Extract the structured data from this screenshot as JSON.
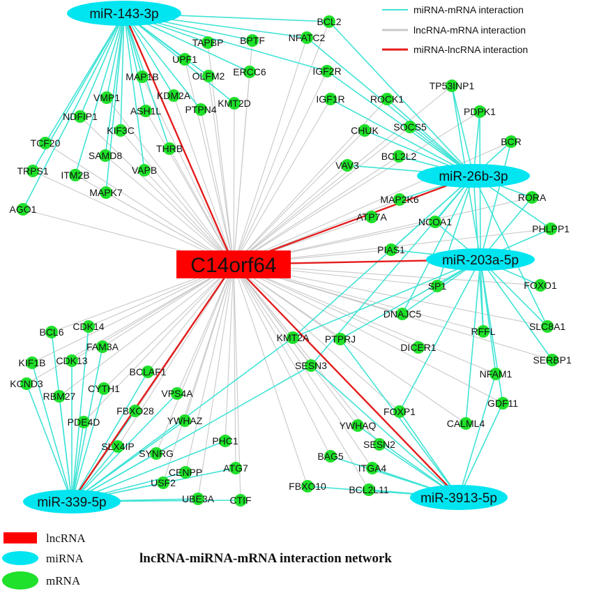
{
  "title": "lncRNA-miRNA-mRNA interaction network",
  "colors": {
    "mirna_mrna": "#3fe3d6",
    "lncrna_mrna": "#c8c8c8",
    "mirna_lncrna": "#e41b1b",
    "lncrna_fill": "#ff0000",
    "mirna_fill": "#00e5f0",
    "mrna_fill": "#1fe02a"
  },
  "edge_legend": [
    {
      "type": "mirna_mrna",
      "label": "miRNA-mRNA interaction"
    },
    {
      "type": "lncrna_mrna",
      "label": "lncRNA-mRNA interaction"
    },
    {
      "type": "mirna_lncrna",
      "label": "miRNA-lncRNA interaction"
    }
  ],
  "node_legend": [
    {
      "type": "lncrna",
      "label": "lncRNA"
    },
    {
      "type": "mirna",
      "label": "miRNA"
    },
    {
      "type": "mrna",
      "label": "mRNA"
    }
  ],
  "lncrna": "C14orf64",
  "mirnas": [
    "miR-143-3p",
    "miR-26b-3p",
    "miR-203a-5p",
    "miR-339-5p",
    "miR-3913-5p"
  ],
  "genes": [
    "BCL2",
    "NFATC2",
    "BPTF",
    "TAPBP",
    "UPF1",
    "ERCC6",
    "OLFM2",
    "MAP1B",
    "KDM2A",
    "KMT2D",
    "VMP1",
    "ASH1L",
    "NDFIP1",
    "KIF3C",
    "PTPN4",
    "TCF20",
    "SAMD8",
    "THRB",
    "VAPB",
    "TRPS1",
    "ITM2B",
    "MAPK7",
    "AGO1",
    "IGF2R",
    "IGF1R",
    "ROCK1",
    "TP53INP1",
    "PDPK1",
    "CHUK",
    "SOCS5",
    "BCR",
    "BCL2L2",
    "VAV3",
    "RORA",
    "MAP2K6",
    "ATP7A",
    "NCOA1",
    "PHLPP1",
    "PIAS1",
    "FOXO1",
    "SP1",
    "DNAJC5",
    "RFFL",
    "SLC8A1",
    "DICER1",
    "SERBP1",
    "KMT2A",
    "PTPRJ",
    "SESN3",
    "NFAM1",
    "GDF11",
    "FOXP1",
    "CALML4",
    "BCL6",
    "CDK14",
    "FAM3A",
    "KIF1B",
    "CDK13",
    "BCLAF1",
    "KCND3",
    "RBM27",
    "CYTH1",
    "VPS4A",
    "PDE4D",
    "FBXO28",
    "YWHAZ",
    "SLX4IP",
    "SYNRG",
    "PHC1",
    "CENPP",
    "ATG7",
    "USF2",
    "UBE3A",
    "CTIF",
    "YWHAQ",
    "SESN2",
    "BAG5",
    "ITGA4",
    "FBXO10",
    "BCL2L11"
  ],
  "interactions": {
    "miR-143-3p": [
      "BCL2",
      "NFATC2",
      "BPTF",
      "TAPBP",
      "UPF1",
      "ERCC6",
      "OLFM2",
      "MAP1B",
      "KDM2A",
      "KMT2D",
      "VMP1",
      "ASH1L",
      "NDFIP1",
      "KIF3C",
      "PTPN4",
      "TCF20",
      "SAMD8",
      "THRB",
      "VAPB",
      "TRPS1",
      "ITM2B",
      "MAPK7",
      "AGO1",
      "IGF2R"
    ],
    "miR-26b-3p": [
      "BCL2",
      "NFATC2",
      "IGF2R",
      "IGF1R",
      "ROCK1",
      "TP53INP1",
      "PDPK1",
      "CHUK",
      "SOCS5",
      "BCR",
      "BCL2L2",
      "VAV3",
      "RORA",
      "MAP2K6",
      "NCOA1",
      "PHLPP1",
      "PIAS1",
      "SP1",
      "SLC8A1",
      "RFFL",
      "DNAJC5",
      "KMT2A",
      "SESN3"
    ],
    "miR-203a-5p": [
      "TP53INP1",
      "PDPK1",
      "BCR",
      "RORA",
      "PHLPP1",
      "NCOA1",
      "PIAS1",
      "FOXO1",
      "SP1",
      "DNAJC5",
      "RFFL",
      "SLC8A1",
      "SERBP1",
      "NFAM1",
      "GDF11",
      "CALML4",
      "PTPRJ",
      "KMT2A",
      "FOXP1"
    ],
    "miR-339-5p": [
      "BCL6",
      "CDK14",
      "FAM3A",
      "KIF1B",
      "CDK13",
      "BCLAF1",
      "KCND3",
      "RBM27",
      "CYTH1",
      "VPS4A",
      "PDE4D",
      "FBXO28",
      "YWHAZ",
      "SLX4IP",
      "SYNRG",
      "PHC1",
      "CENPP",
      "ATG7",
      "USF2",
      "UBE3A",
      "CTIF",
      "KMT2A",
      "SESN3"
    ],
    "miR-3913-5p": [
      "YWHAQ",
      "SESN2",
      "BAG5",
      "ITGA4",
      "FBXO10",
      "BCL2L11",
      "FOXP1",
      "PTPRJ",
      "SESN3",
      "NFAM1",
      "GDF11"
    ]
  }
}
